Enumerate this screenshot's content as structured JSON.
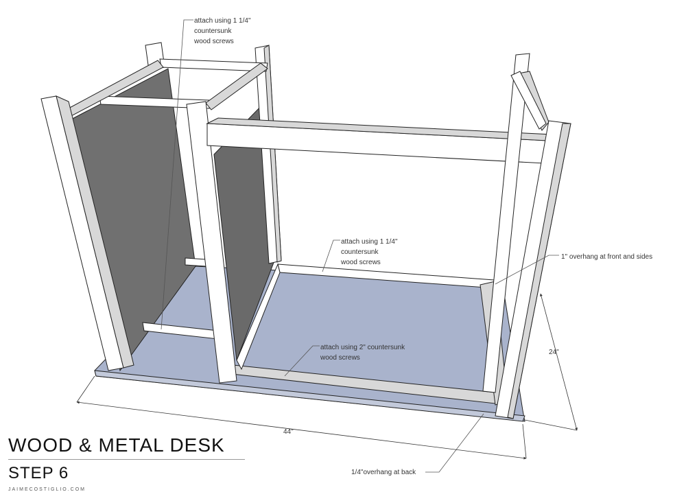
{
  "annotations": {
    "top": [
      "attach using 1 1/4\"",
      "countersunk",
      "wood screws"
    ],
    "middle": [
      "attach using 1 1/4\"",
      "countersunk",
      "wood screws"
    ],
    "bottom": [
      "attach using 2\" countersunk",
      "wood screws"
    ],
    "overhang_front": "1\" overhang at front and sides",
    "overhang_back": "1/4\"overhang at back"
  },
  "dimensions": {
    "width": "44\"",
    "depth": "24\""
  },
  "title": {
    "main": "WOOD & METAL DESK",
    "step": "STEP 6",
    "site": "JAIMECOSTIGLIO.COM"
  },
  "colors": {
    "wood_white": "#ffffff",
    "wood_shade": "#d8d8d8",
    "panel_gray": "#707070",
    "top_blue": "#a9b3cc",
    "outline": "#222222",
    "leader": "#555555"
  }
}
